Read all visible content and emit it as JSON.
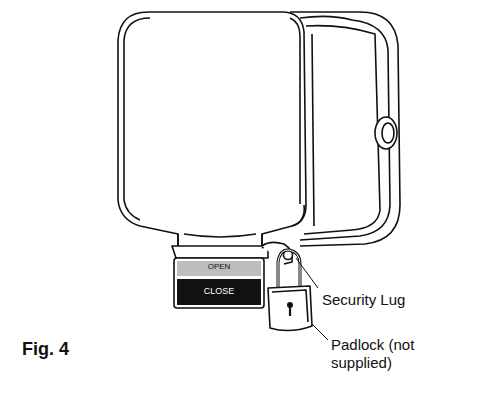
{
  "diagram": {
    "caption": "Fig. 4",
    "labels": [
      "OPEN",
      "CLOSE",
      "Security Lug",
      "Padlock (not supplied)"
    ]
  }
}
